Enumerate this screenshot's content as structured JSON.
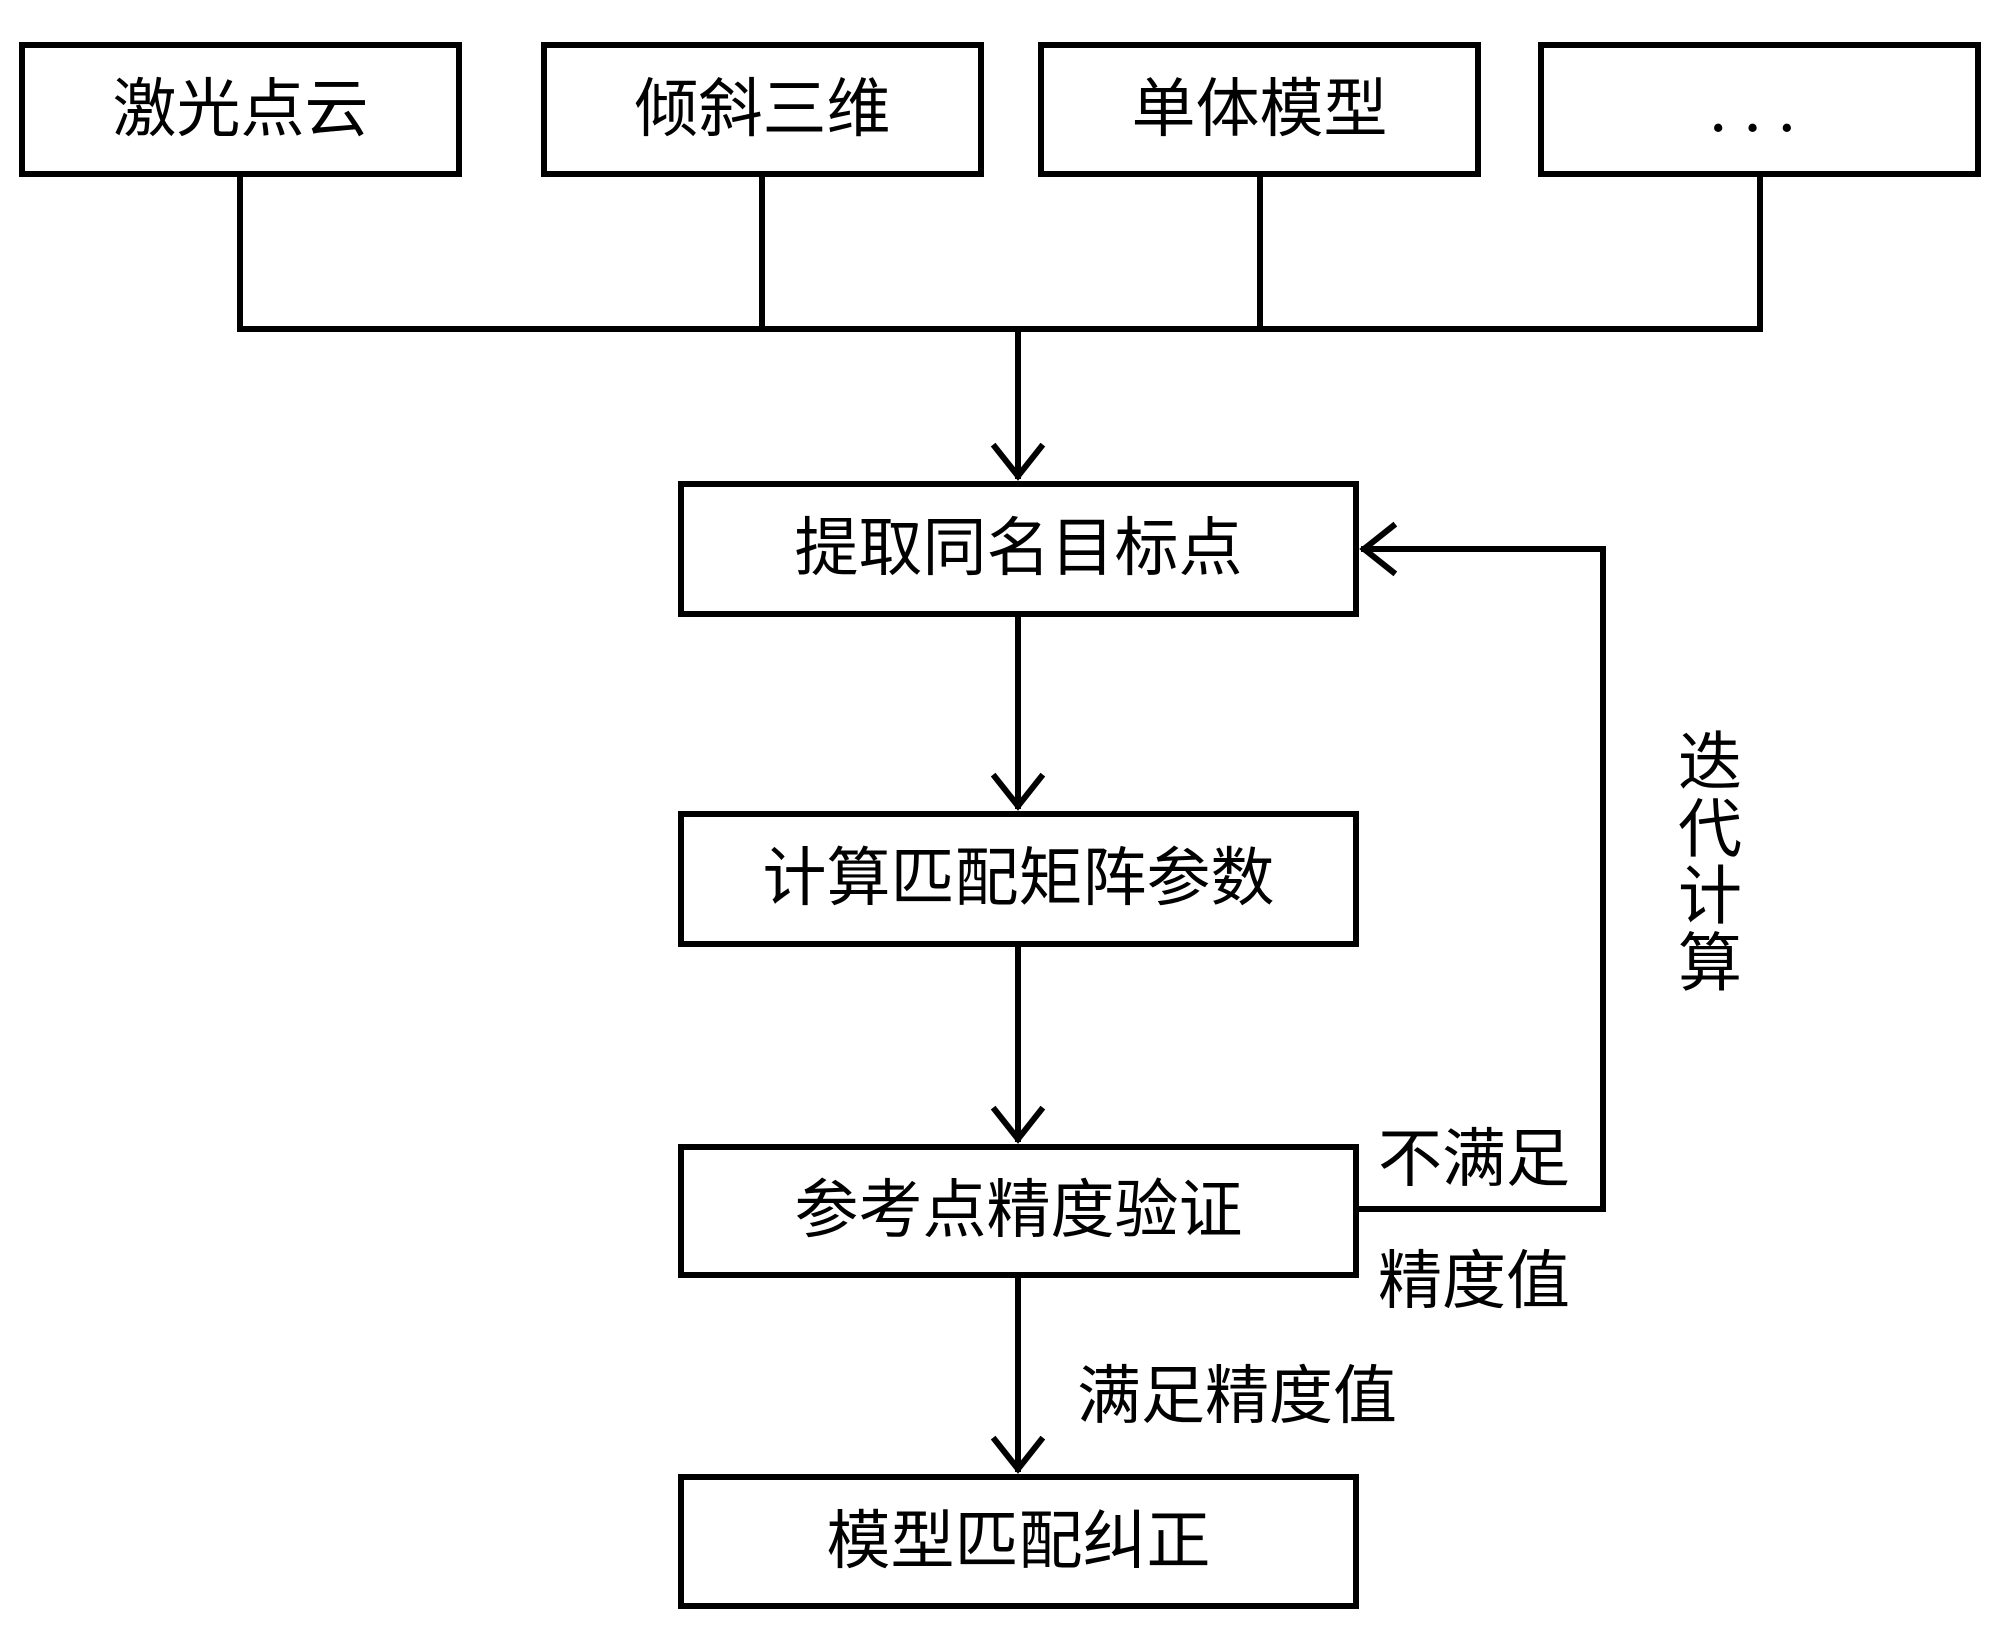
{
  "sources": [
    {
      "label": "激光点云"
    },
    {
      "label": "倾斜三维"
    },
    {
      "label": "单体模型"
    },
    {
      "label": "..."
    }
  ],
  "steps": [
    {
      "label": "提取同名目标点"
    },
    {
      "label": "计算匹配矩阵参数"
    },
    {
      "label": "参考点精度验证"
    },
    {
      "label": "模型匹配纠正"
    }
  ],
  "labels": {
    "iterate": "迭代计算",
    "not_satisfied": "不满足",
    "precision": "精度值",
    "satisfied": "满足精度值"
  }
}
